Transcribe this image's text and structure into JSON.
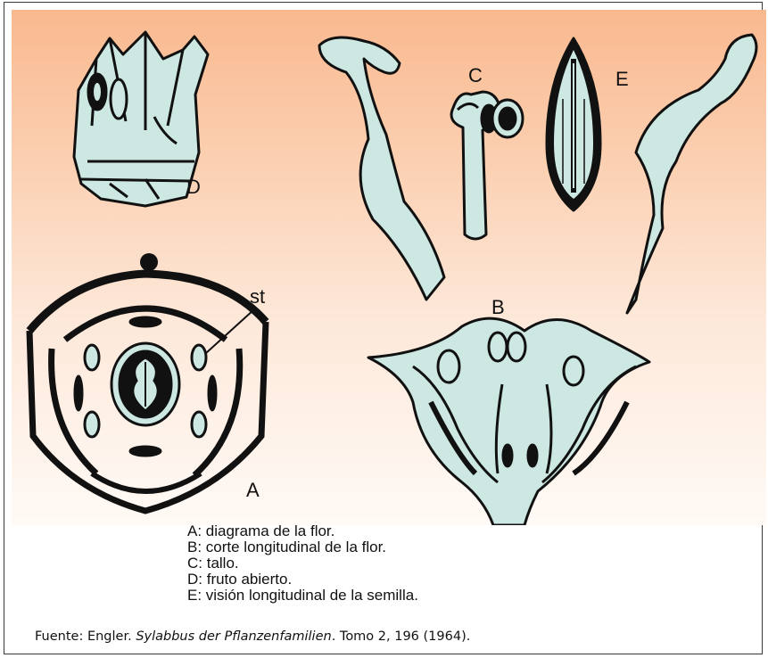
{
  "figure": {
    "labels": {
      "a": "A",
      "b": "B",
      "c": "C",
      "d": "D",
      "e": "E",
      "st": "st"
    },
    "legend": [
      "A: diagrama de la flor.",
      "B: corte longitudinal de la flor.",
      "C: tallo.",
      "D: fruto abierto.",
      "E: visión longitudinal de la semilla."
    ]
  },
  "source": {
    "prefix": "Fuente: Engler. ",
    "title": "Sylabbus der Pflanzenfamilien",
    "suffix": ". Tomo 2, 196 (1964)."
  },
  "colors": {
    "fill": "#cde8e2",
    "ink": "#111111",
    "background_top": "#f9b98f",
    "background_bottom": "#fffaf6"
  }
}
